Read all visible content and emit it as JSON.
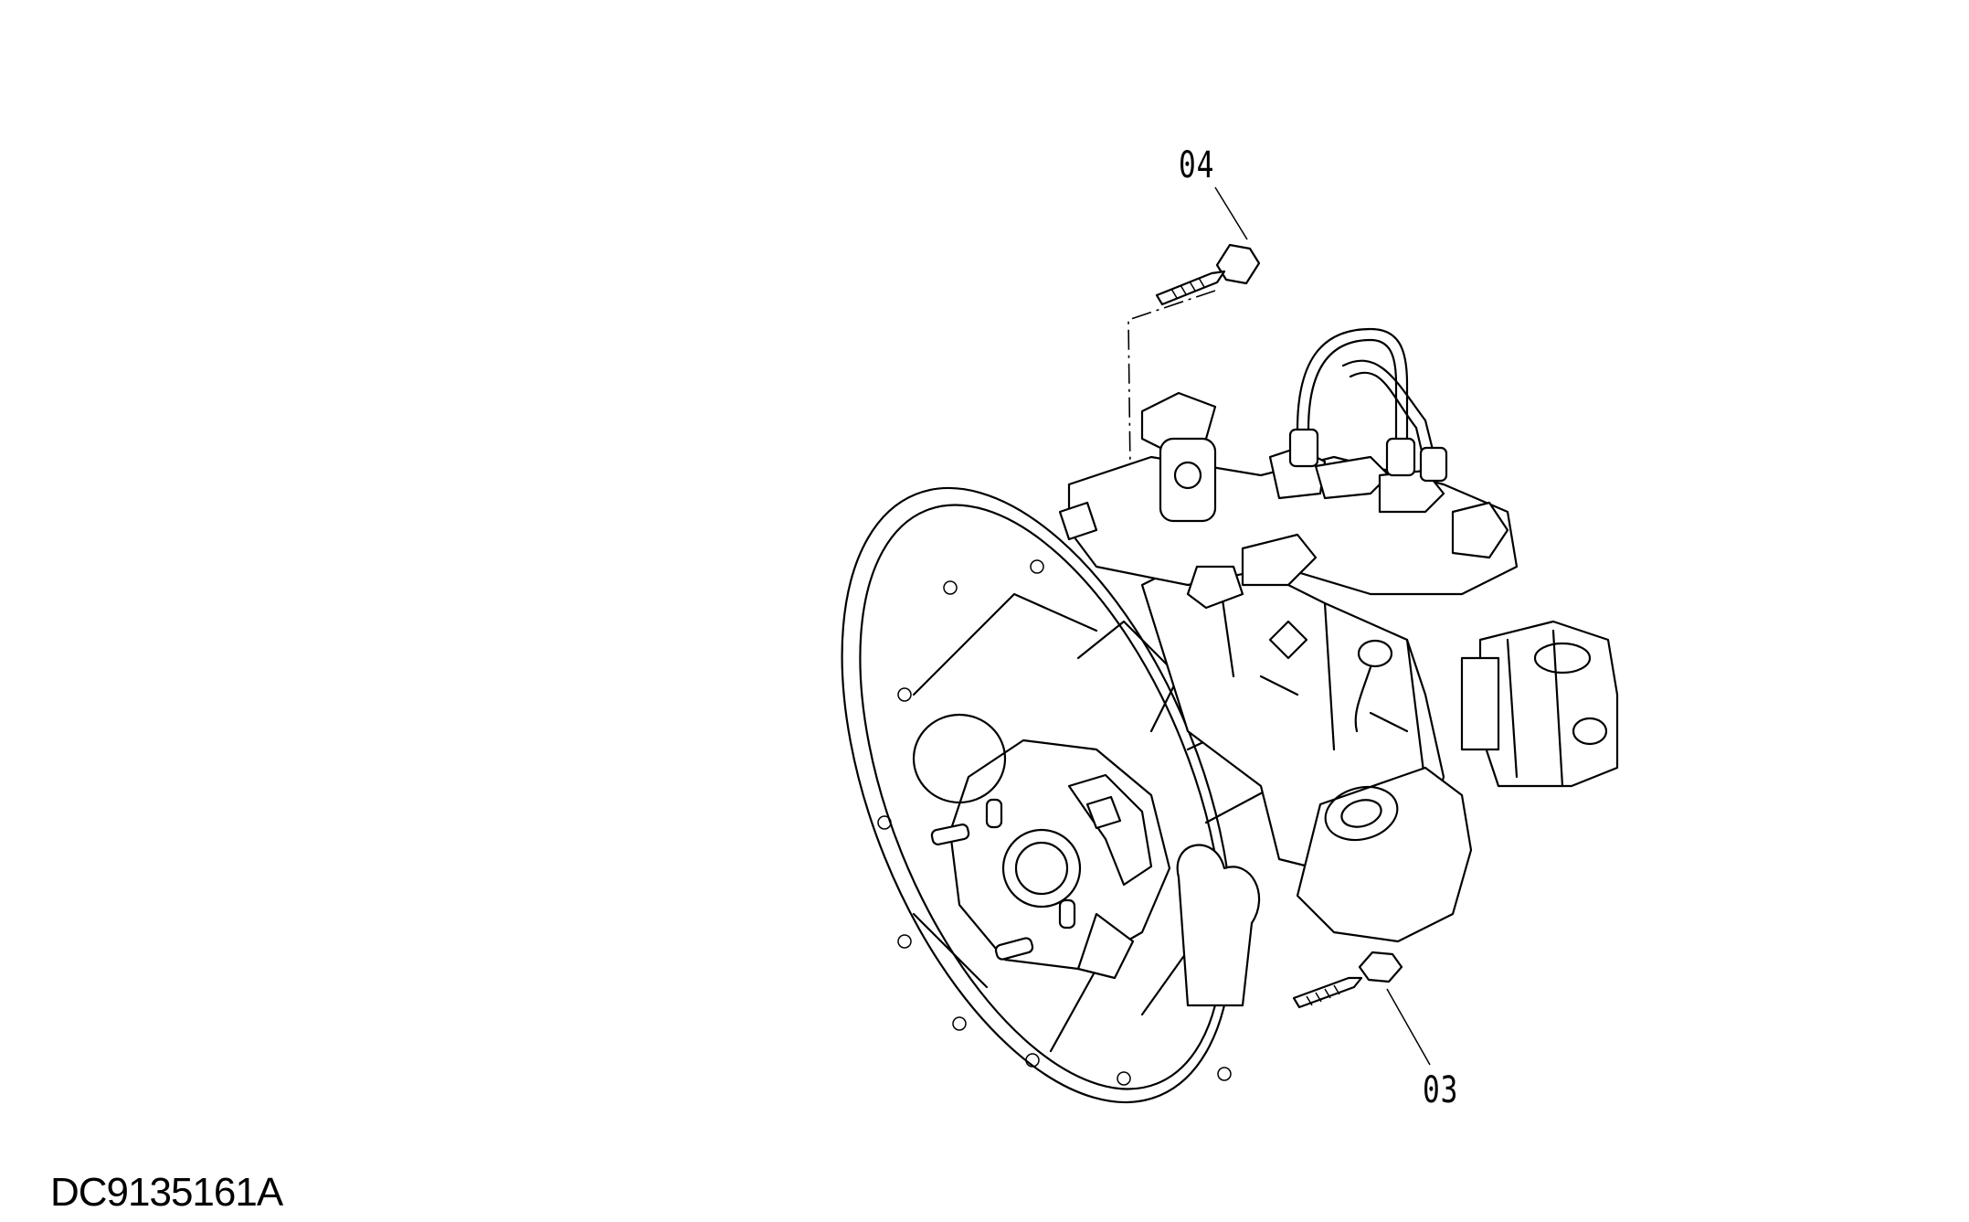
{
  "callouts": {
    "bolt_upper": "04",
    "bolt_lower": "03"
  },
  "reference_code": "DC9135161A"
}
